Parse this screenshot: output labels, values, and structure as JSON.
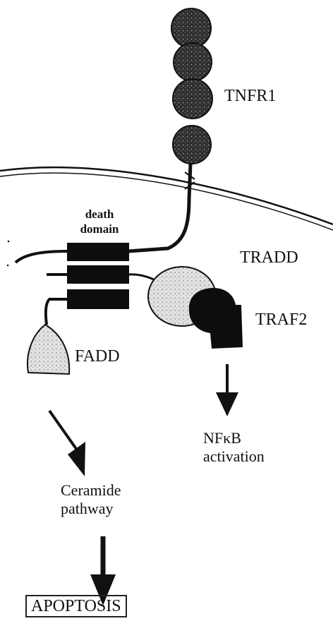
{
  "labels": {
    "tnfr1": "TNFR1",
    "death_domain_line1": "death",
    "death_domain_line2": "domain",
    "tradd": "TRADD",
    "traf2": "TRAF2",
    "fadd": "FADD",
    "nfkb_line1": "NFκB",
    "nfkb_line2": "activation",
    "ceramide_line1": "Ceramide",
    "ceramide_line2": "pathway",
    "apoptosis": "APOPTOSIS"
  },
  "colors": {
    "ink": "#111111",
    "receptor_fill": "#2e2e2e",
    "tradd_fill": "#d9d9d9",
    "fadd_fill": "#e6e6e6"
  }
}
